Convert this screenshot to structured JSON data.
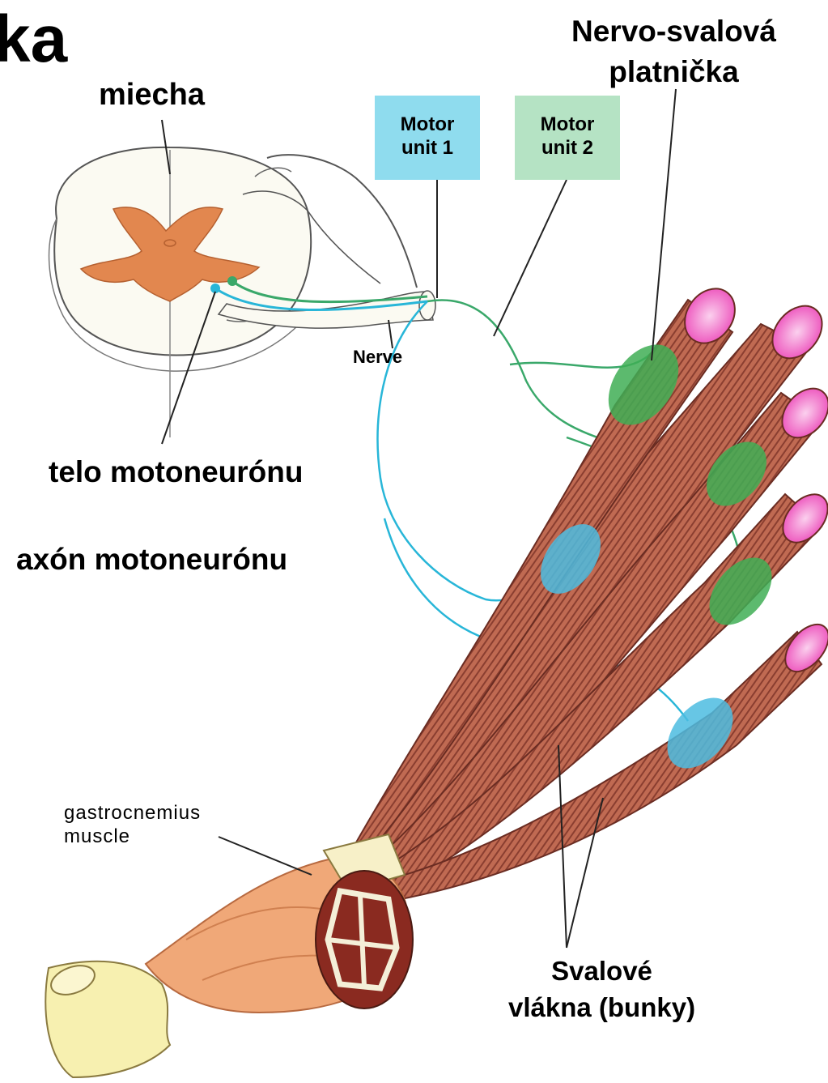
{
  "title_fragment": "ka",
  "labels": {
    "spinal_cord": "miecha",
    "endplate_line1": "Nervo-svalová",
    "endplate_line2": "platnička",
    "motor_unit_1_line1": "Motor",
    "motor_unit_1_line2": "unit 1",
    "motor_unit_2_line1": "Motor",
    "motor_unit_2_line2": "unit 2",
    "nerve": "Nerve",
    "cell_body": "telo motoneurónu",
    "axon": "axón motoneurónu",
    "muscle_line1": "gastrocnemius",
    "muscle_line2": "muscle",
    "fibers_line1": "Svalové",
    "fibers_line2": "vlákna (bunky)"
  },
  "colors": {
    "motor_unit_1": "#8fdcee",
    "motor_unit_2": "#b5e3c4",
    "axon_unit_1": "#28b6d8",
    "axon_unit_2": "#3aa86a",
    "grey_matter": "#e2874f",
    "muscle_fiber": "#b8604a",
    "fiber_end": "#f07ac8",
    "endplate_unit_2": "#3fae55",
    "endplate_unit_1": "#4cbce0",
    "muscle_belly": "#f0a878",
    "tendon": "#f7f0b0"
  }
}
